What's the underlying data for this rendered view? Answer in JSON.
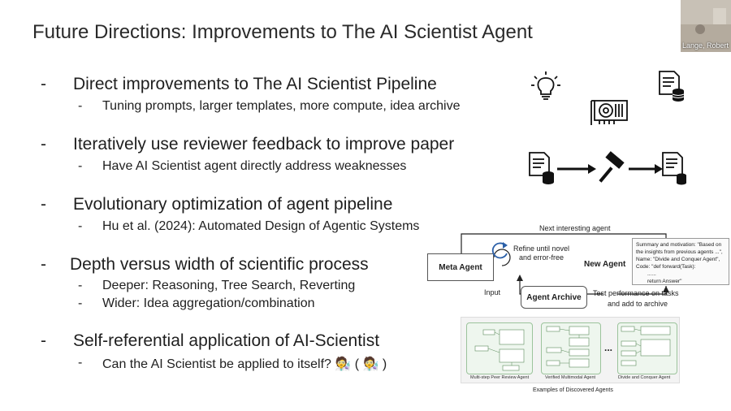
{
  "slide": {
    "title": "Future Directions: Improvements to The AI Scientist Agent",
    "bullets": [
      {
        "dash": "-",
        "text": "Direct improvements to The AI Scientist Pipeline",
        "subs": [
          {
            "dash": "-",
            "text": "Tuning prompts, larger templates, more compute, idea archive"
          }
        ]
      },
      {
        "dash": "-",
        "text": "Iteratively use reviewer feedback to improve paper",
        "subs": [
          {
            "dash": "-",
            "text": "Have AI Scientist agent directly address weaknesses"
          }
        ]
      },
      {
        "dash": "-",
        "text": "Evolutionary optimization of agent pipeline",
        "subs": [
          {
            "dash": "-",
            "text": "Hu et al. (2024): Automated Design of Agentic Systems"
          }
        ]
      },
      {
        "dash": "-",
        "text": "Depth versus width of scientific process",
        "subs": [
          {
            "dash": "-",
            "text": "Deeper: Reasoning, Tree Search, Reverting"
          },
          {
            "dash": "-",
            "text": "Wider: Idea aggregation/combination"
          }
        ]
      },
      {
        "dash": "-",
        "text": "Self-referential application of AI-Scientist",
        "subs": [
          {
            "dash": "-",
            "text": "Can the AI Scientist be applied to itself? 🧑‍🔬 ( 🧑‍🔬 )"
          }
        ]
      }
    ]
  },
  "webcam": {
    "participant_name": "Lange, Robert"
  },
  "icons": [
    "lightbulb-icon",
    "document-database-icon",
    "gpu-card-icon",
    "gavel-icon"
  ],
  "diagram": {
    "top_arrow_label": "Next interesting agent",
    "meta_agent": "Meta Agent",
    "refine_label_1": "Refine until novel",
    "refine_label_2": "and error-free",
    "new_agent": "New Agent",
    "summary": {
      "line1": "Summary and motivation: \"Based on",
      "line2": "the insights from previous agents ...\",",
      "line3": "Name: \"Divide and Conquer Agent\",",
      "line4": "Code: \"def forward(Task):",
      "line5": "......",
      "line6": "return Answer\""
    },
    "input_label": "Input",
    "agent_archive": "Agent Archive",
    "test_label_1": "Test performance on tasks",
    "test_label_2": "and add to archive",
    "ellipsis": "...",
    "examples_caption": "Examples of Discovered Agents",
    "panels": [
      {
        "caption": "Multi-step Peer Review Agent"
      },
      {
        "caption": "Verified Multimodal Agent"
      },
      {
        "caption": "Divide and Conquer Agent"
      }
    ]
  }
}
